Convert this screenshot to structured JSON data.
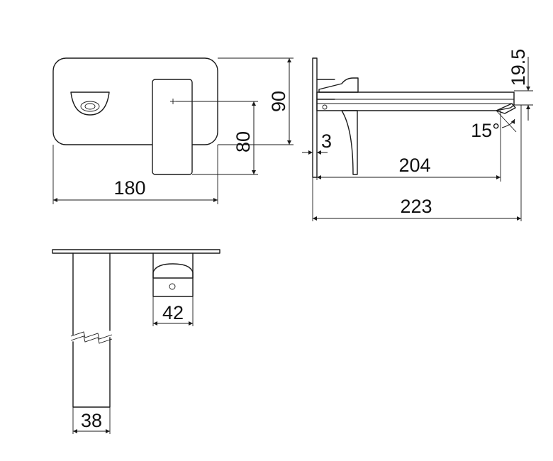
{
  "dimensions": {
    "front_width": "180",
    "front_height": "90",
    "lever_height": "80",
    "plate_thickness": "3",
    "spout_reach": "204",
    "overall_reach": "223",
    "spout_height": "19.5",
    "spout_angle": "15°",
    "lever_width": "42",
    "body_width": "38"
  },
  "colors": {
    "line": "#1a1a1a",
    "background": "#ffffff"
  }
}
